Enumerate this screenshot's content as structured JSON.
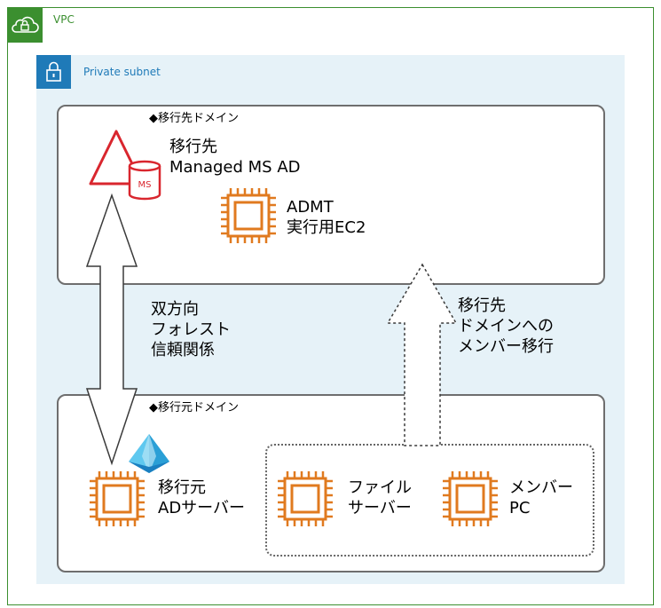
{
  "vpc": {
    "label": "VPC"
  },
  "subnet": {
    "label": "Private subnet"
  },
  "target_domain": {
    "title": "◆移行先ドメイン",
    "managed_ad_line1": "移行先",
    "managed_ad_line2": "Managed MS AD",
    "managed_ad_badge": "MS",
    "admt_line1": "ADMT",
    "admt_line2": "実行用EC2"
  },
  "trust": {
    "line1": "双方向",
    "line2": "フォレスト",
    "line3": "信頼関係"
  },
  "migration": {
    "line1": "移行先",
    "line2": "ドメインへの",
    "line3": "メンバー移行"
  },
  "source_domain": {
    "title": "◆移行元ドメイン",
    "ad_line1": "移行元",
    "ad_line2": "ADサーバー",
    "file_line1": "ファイル",
    "file_line2": "サーバー",
    "pc_line1": "メンバー",
    "pc_line2": "PC"
  },
  "colors": {
    "vpc": "#3b8f2f",
    "subnet": "#1f7ab8",
    "subnet_fill": "#e6f2f8",
    "ec2": "#e07a1f",
    "managed_ad": "#d9262e"
  },
  "icons": [
    "cloud-lock-icon",
    "padlock-icon",
    "managed-ad-icon",
    "ec2-chip-icon",
    "azure-ad-pyramid-icon"
  ]
}
